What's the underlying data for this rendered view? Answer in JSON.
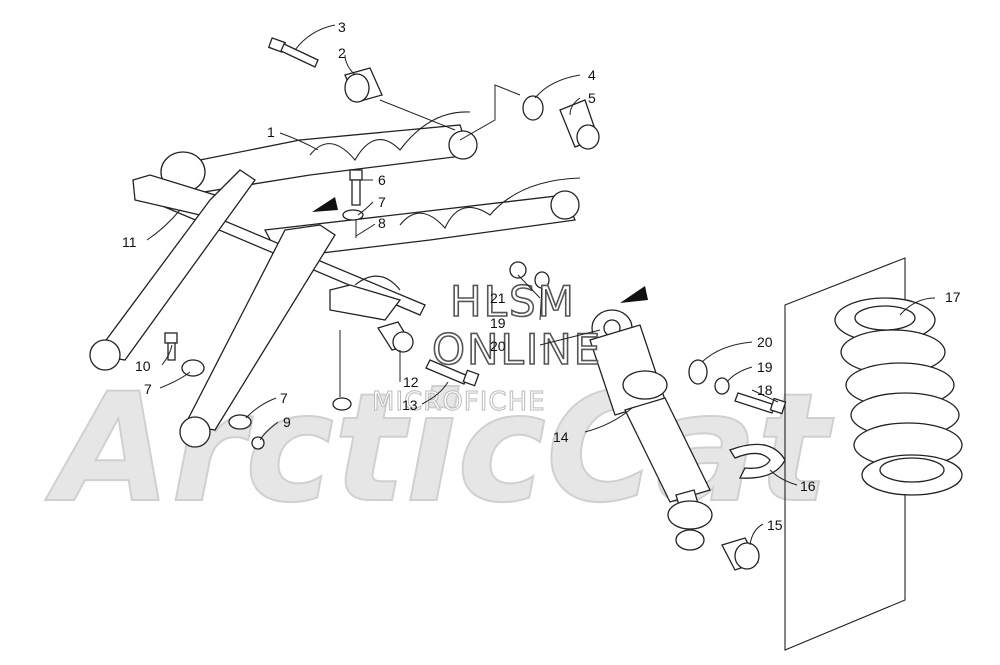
{
  "watermark": {
    "brand": "ArcticCat",
    "line1": "HLSM",
    "line2": "ONLINE",
    "line3": "MICROFICHE"
  },
  "callouts": {
    "c1": "1",
    "c2": "2",
    "c3": "3",
    "c4": "4",
    "c5": "5",
    "c6": "6",
    "c7a": "7",
    "c7b": "7",
    "c7c": "7",
    "c8": "8",
    "c9": "9",
    "c10": "10",
    "c11": "11",
    "c12": "12",
    "c13": "13",
    "c14": "14",
    "c15": "15",
    "c16": "16",
    "c17": "17",
    "c18": "18",
    "c19a": "19",
    "c19b": "19",
    "c20a": "20",
    "c20b": "20",
    "c21": "21"
  },
  "colors": {
    "line": "#222222",
    "watermark_brand": "#e6e6e6",
    "background": "#ffffff"
  }
}
